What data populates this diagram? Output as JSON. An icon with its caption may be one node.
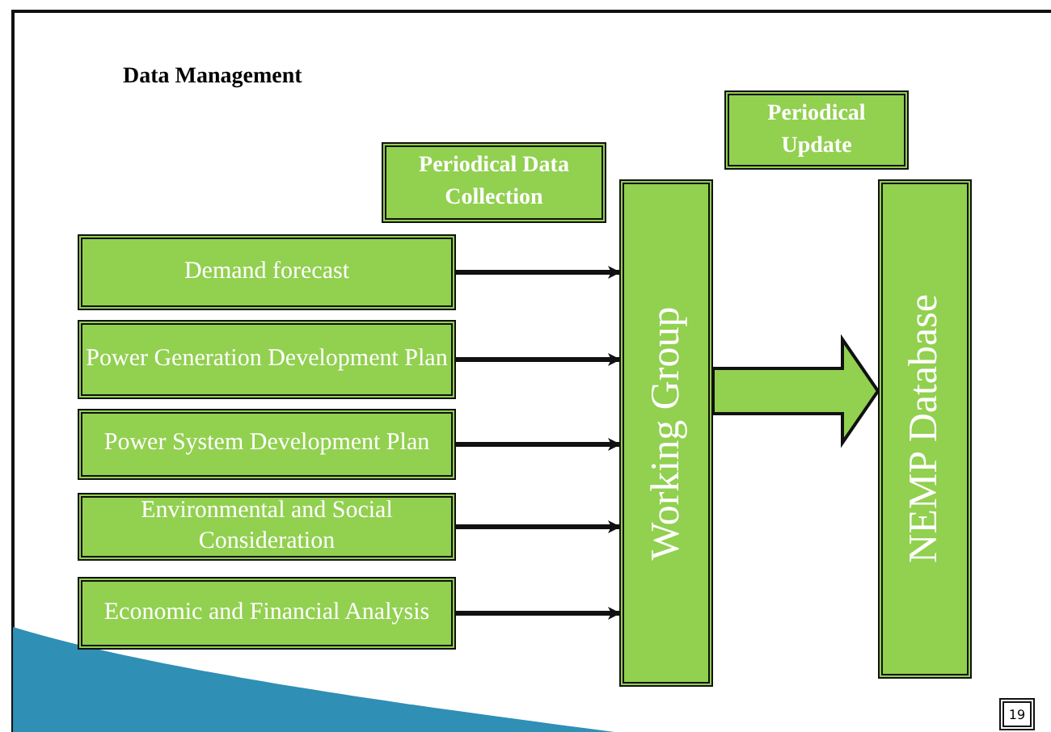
{
  "diagram": {
    "title": "Data Management",
    "nodes": [
      {
        "text": [
          "Periodical Data Collection"
        ]
      },
      {
        "text": [
          "Periodical Update"
        ]
      },
      {
        "text": [
          "Demand forecast"
        ]
      },
      {
        "text": [
          "Power Generation Development Plan"
        ]
      },
      {
        "text": [
          "Power System  Development Plan"
        ]
      },
      {
        "text": [
          "Environmental and Social Consideration"
        ]
      },
      {
        "text": [
          "Economic and Financial Analysis"
        ]
      },
      {
        "text": [
          "Working Group"
        ]
      },
      {
        "text": [
          "NEMP Database"
        ]
      }
    ],
    "edges": [
      {
        "from": 2,
        "to": 7,
        "arrow": "to"
      },
      {
        "from": 3,
        "to": 7,
        "arrow": "to"
      },
      {
        "from": 4,
        "to": 7,
        "arrow": "to"
      },
      {
        "from": 5,
        "to": 7,
        "arrow": "to"
      },
      {
        "from": 6,
        "to": 7,
        "arrow": "to"
      },
      {
        "from": 7,
        "to": 8,
        "arrow": "to",
        "style": "thick"
      }
    ],
    "labels": [
      "19"
    ]
  }
}
